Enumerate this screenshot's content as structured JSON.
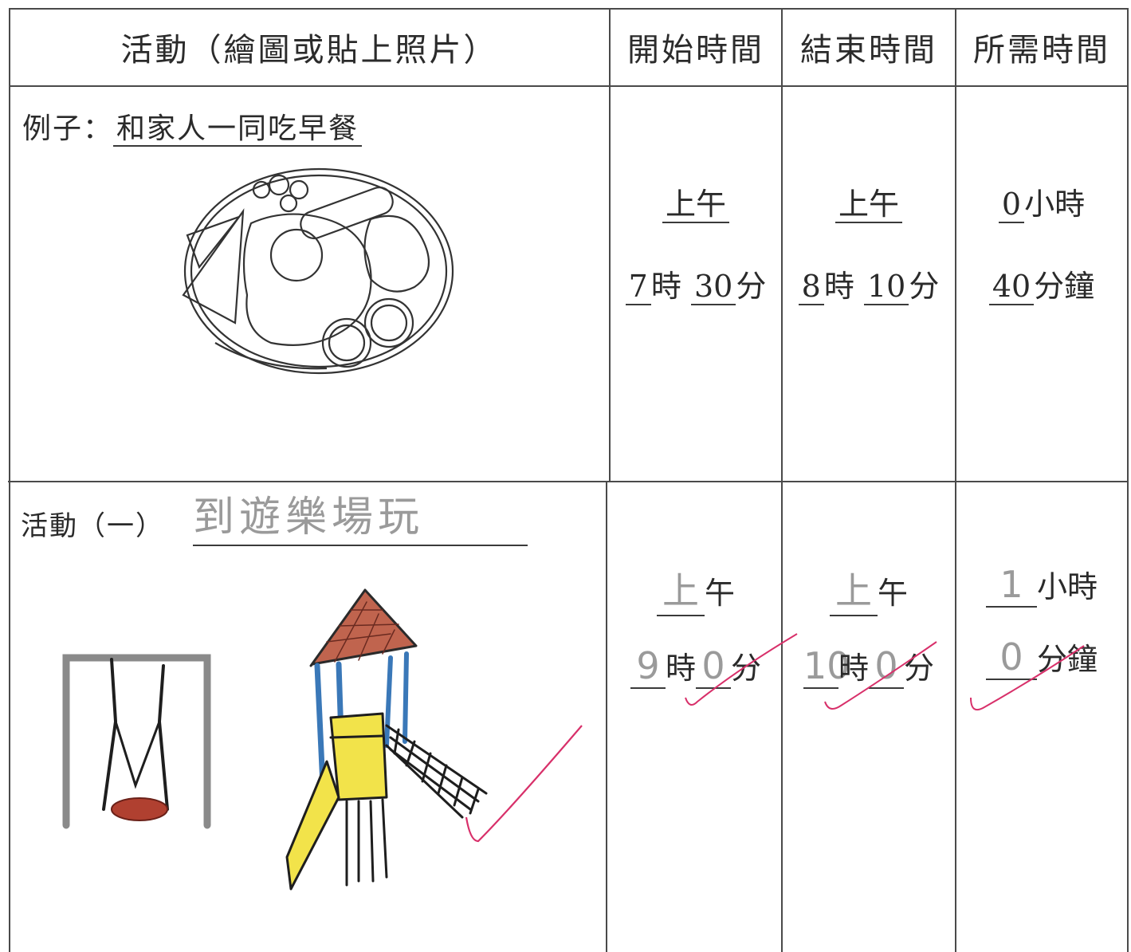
{
  "header": {
    "activity": "活動（繪圖或貼上照片）",
    "start": "開始時間",
    "end": "結束時間",
    "duration": "所需時間"
  },
  "example": {
    "prefix": "例子：",
    "title": "和家人一同吃早餐",
    "start": {
      "period": "上午",
      "hour": "7",
      "hour_unit": "時",
      "minute": "30",
      "minute_unit": "分"
    },
    "end": {
      "period": "上午",
      "hour": "8",
      "hour_unit": "時",
      "minute": "10",
      "minute_unit": "分"
    },
    "duration": {
      "hours": "0",
      "hours_unit": "小時",
      "minutes": "40",
      "minutes_unit": "分鐘"
    },
    "drawing_icon": "breakfast-plate-icon"
  },
  "activity1": {
    "prefix": "活動（一）",
    "title": "到遊樂場玩",
    "start": {
      "period_hand": "上",
      "period_printed": "午",
      "hour": "9",
      "hour_unit": "時",
      "minute": "0",
      "minute_unit": "分"
    },
    "end": {
      "period_hand": "上",
      "period_printed": "午",
      "hour": "10",
      "hour_unit": "時",
      "minute": "0",
      "minute_unit": "分"
    },
    "duration": {
      "hours": "1",
      "hours_unit": "小時",
      "minutes": "0",
      "minutes_unit": "分鐘"
    },
    "drawing_icons": [
      "swing-icon",
      "slide-tower-icon"
    ],
    "check_color": "#d8306a"
  },
  "colors": {
    "grid": "#4a4a4a",
    "tick": "#d8306a",
    "roof": "#c0644e",
    "slide": "#f2e34a",
    "tower_side": "#3a78b8",
    "swing_frame": "#8a8a8a",
    "seat": "#b04030"
  }
}
